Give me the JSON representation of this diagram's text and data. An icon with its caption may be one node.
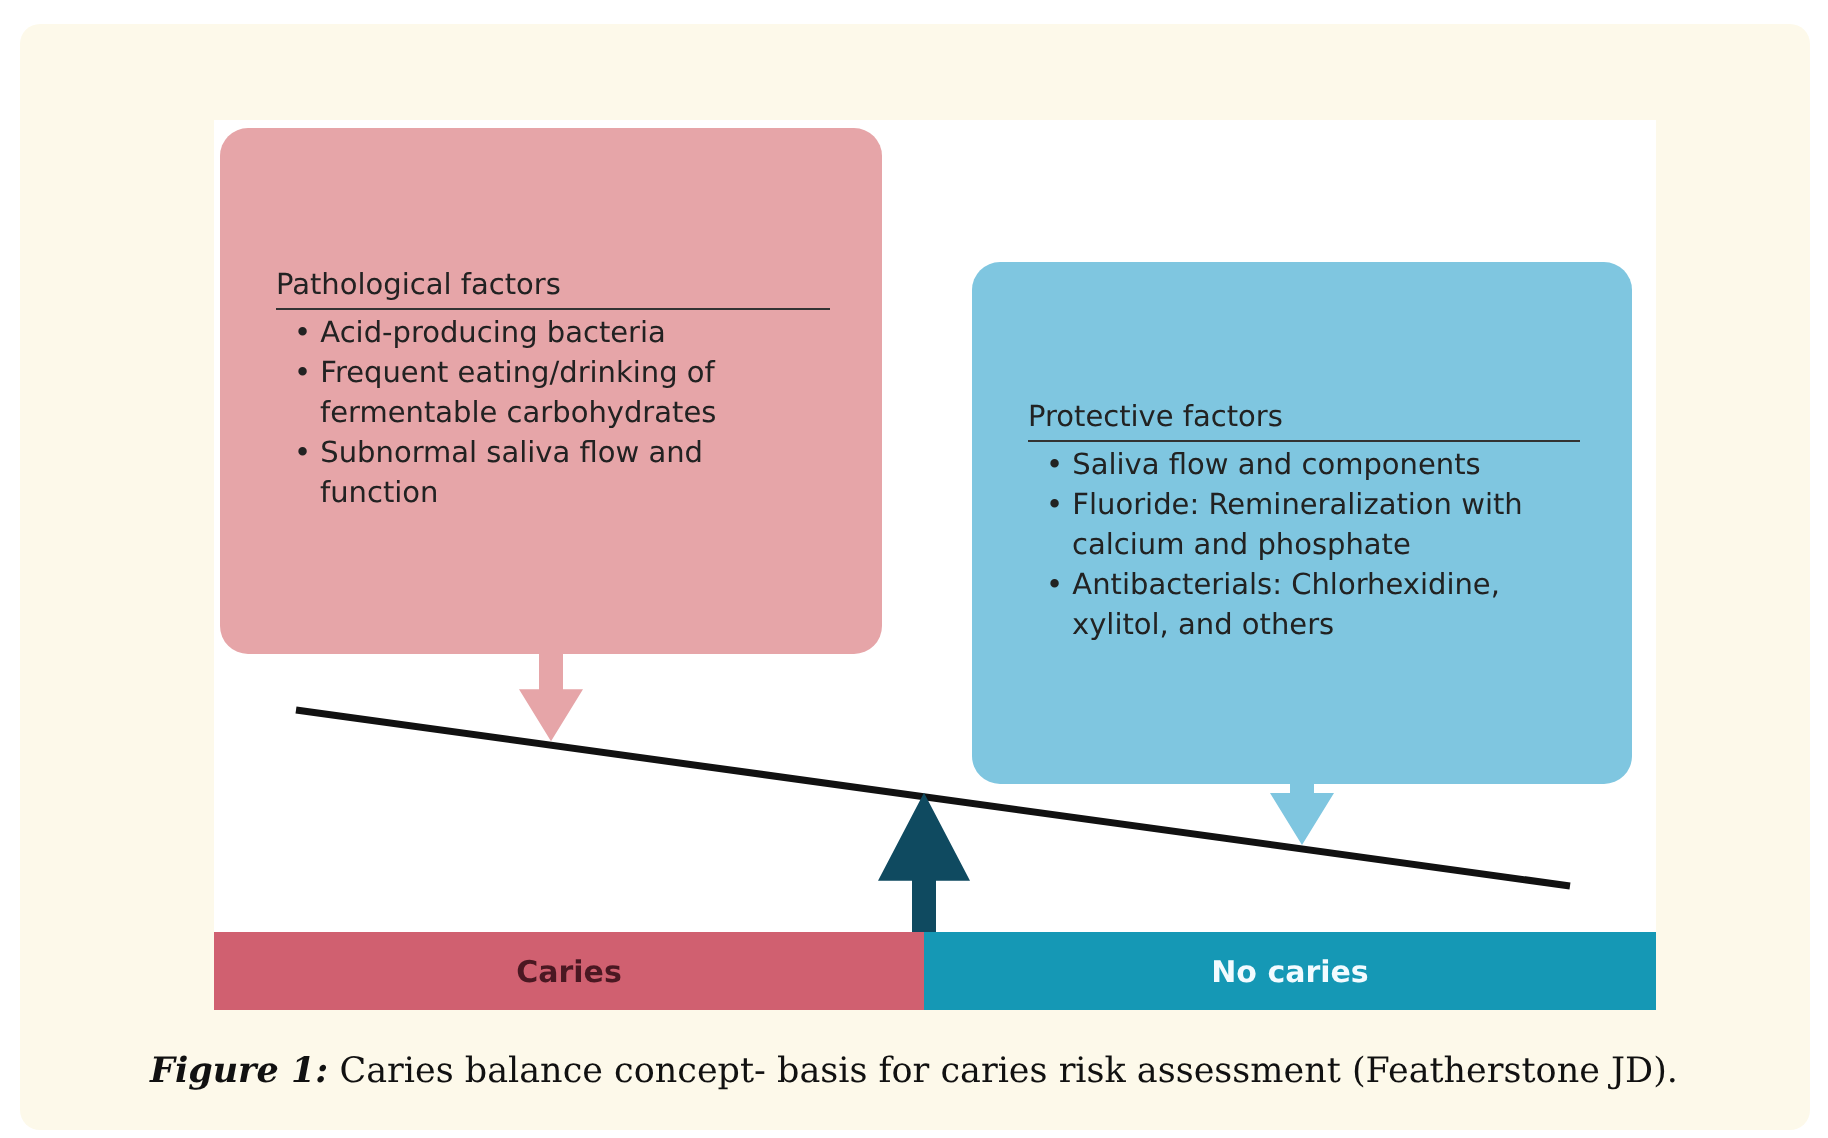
{
  "diagram": {
    "caption": "*Figure 1:* Caries balance concept- basis for caries risk assessment (Featherstone JD).",
    "nodes": [
      {
        "text": [
          "Pathological factors",
          "• Acid-producing bacteria",
          "• Frequent eating/drinking of fermentable carbohydrates",
          "• Subnormal saliva flow and function"
        ]
      },
      {
        "text": [
          "Protective factors",
          "• Saliva flow and components",
          "• Fluoride: Remineralization with calcium and phosphate",
          "• Antibacterials: Chlorhexidine, xylitol, and others"
        ]
      },
      {
        "text": [],
        "shape": "bar"
      },
      {
        "text": [
          "Caries"
        ]
      },
      {
        "text": [
          "No caries"
        ]
      }
    ],
    "edges": [
      {
        "from": 0,
        "to": 2,
        "arrow": "to",
        "style": "thick",
        "color": "#e6a5a8"
      },
      {
        "from": 1,
        "to": 2,
        "arrow": "to",
        "style": "thick",
        "color": "#7fc6e0"
      },
      {
        "from": 3,
        "to": 2,
        "arrow": "to",
        "style": "thick",
        "color": "#0f4a60"
      }
    ]
  }
}
